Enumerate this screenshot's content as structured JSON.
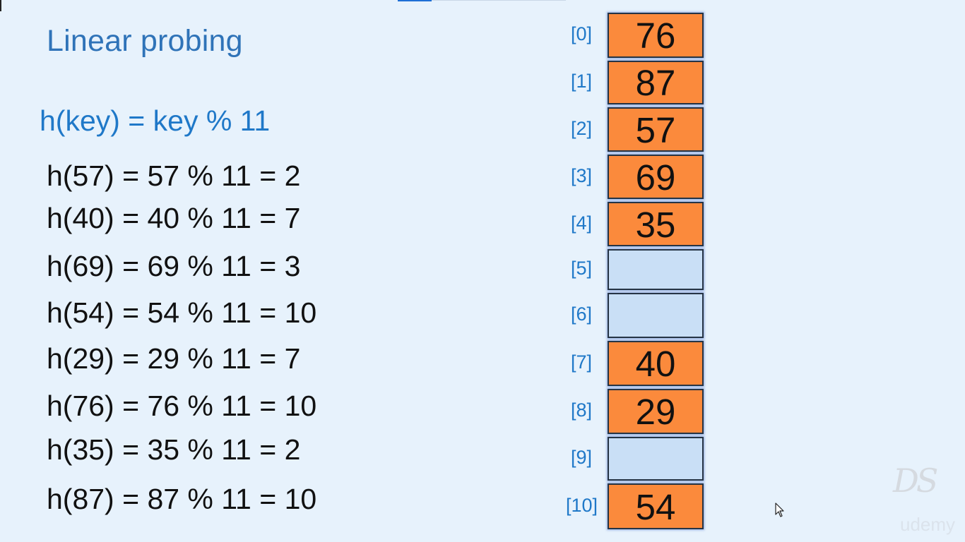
{
  "slide": {
    "title": "Linear probing",
    "hash_function": "h(key) = key % 11"
  },
  "equations": [
    "h(57) = 57 % 11 = 2",
    "h(40) = 40 % 11 = 7",
    "h(69) = 69 % 11 = 3",
    "h(54) = 54 % 11 = 10",
    "h(29) = 29 % 11 = 7",
    "h(76) = 76 % 11 = 10",
    "h(35) = 35 % 11 = 2",
    "h(87) = 87 % 11 = 10"
  ],
  "table": {
    "indices": [
      "[0]",
      "[1]",
      "[2]",
      "[3]",
      "[4]",
      "[5]",
      "[6]",
      "[7]",
      "[8]",
      "[9]",
      "[10]"
    ],
    "values": [
      "76",
      "87",
      "57",
      "69",
      "35",
      "",
      "",
      "40",
      "29",
      "",
      "54"
    ]
  },
  "watermark": {
    "logo": "DS",
    "brand": "udemy"
  },
  "colors": {
    "filled_cell": "#fb8a3c",
    "empty_cell": "#c9dff6",
    "accent_blue": "#1f78c8"
  }
}
